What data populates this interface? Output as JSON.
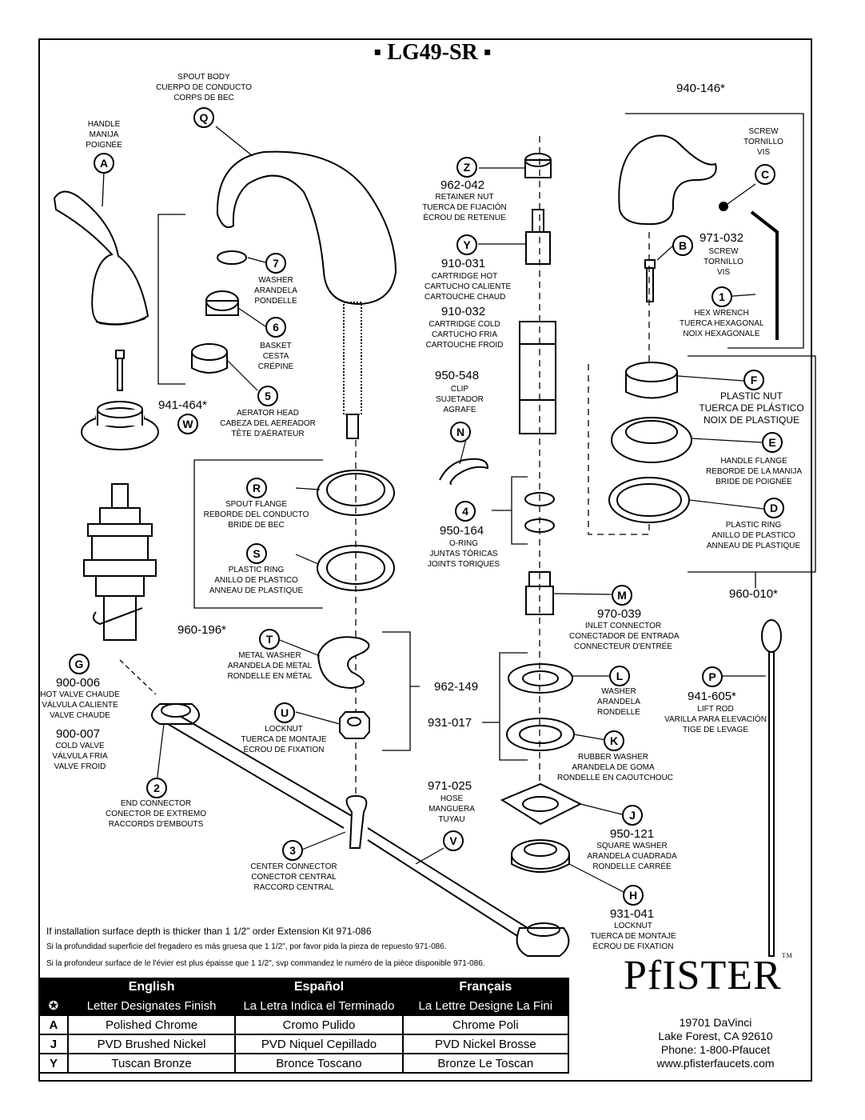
{
  "title": "▪ LG49-SR ▪",
  "labels": {
    "spout_body": [
      "SPOUT BODY",
      "CUERPO DE CONDUCTO",
      "CORPS DE BEC"
    ],
    "handle": [
      "HANDLE",
      "MANIJA",
      "POIGNÉE"
    ],
    "washer7": [
      "WASHER",
      "ARANDELA",
      "PONDELLE"
    ],
    "basket6": [
      "BASKET",
      "CESTA",
      "CRÉPINE"
    ],
    "aerator5": [
      "AERATOR HEAD",
      "CABEZA DEL AEREADOR",
      "TÊTE D'AÉRATEUR"
    ],
    "spout_flange": [
      "SPOUT FLANGE",
      "REBORDE DEL CONDUCTO",
      "BRIDE DE BEC"
    ],
    "plastic_ring_s": [
      "PLASTIC RING",
      "ANILLO DE PLASTICO",
      "ANNEAU DE PLASTIQUE"
    ],
    "metal_washer": [
      "METAL WASHER",
      "ARANDELA DE METAL",
      "RONDELLE EN MÉTAL"
    ],
    "locknut_u": [
      "LOCKNUT",
      "TUERCA DE MONTAJE",
      "ÉCROU DE FIXATION"
    ],
    "hot_valve": [
      "HOT VALVE CHAUDE",
      "VÁLVULA CALIENTE",
      "VALVE CHAUDE"
    ],
    "cold_valve": [
      "COLD VALVE",
      "VÁLVULA FRIA",
      "VALVE FROID"
    ],
    "end_connector": [
      "END CONNECTOR",
      "CONECTOR DE EXTREMO",
      "RACCORDS D'EMBOUTS"
    ],
    "center_connector": [
      "CENTER CONNECTOR",
      "CONECTOR CENTRAL",
      "RACCORD CENTRAL"
    ],
    "hose": [
      "HOSE",
      "MANGUERA",
      "TUYAU"
    ],
    "retainer_nut": [
      "RETAINER NUT",
      "TUERCA DE FIJACIÓN",
      "ÉCROU DE RETENUE"
    ],
    "cartridge_hot": [
      "CARTRIDGE HOT",
      "CARTUCHO CALIENTE",
      "CARTOUCHE CHAUD"
    ],
    "cartridge_cold": [
      "CARTRIDGE COLD",
      "CARTUCHO FRIA",
      "CARTOUCHE FROID"
    ],
    "clip": [
      "CLIP",
      "SUJETADOR",
      "AGRAFE"
    ],
    "oring": [
      "O-RING",
      "JUNTAS TÓRICAS",
      "JOINTS TORIQUES"
    ],
    "inlet_connector": [
      "INLET CONNECTOR",
      "CONECTADOR DE ENTRADA",
      "CONNECTEUR D'ENTRÉE"
    ],
    "washer_l": [
      "WASHER",
      "ARANDELA",
      "RONDELLE"
    ],
    "rubber_washer": [
      "RUBBER WASHER",
      "ARANDELA DE GOMA",
      "RONDELLE EN CAOUTCHOUC"
    ],
    "square_washer": [
      "SQUARE WASHER",
      "ARANDELA CUADRADA",
      "RONDELLE CARRÉE"
    ],
    "locknut_h": [
      "LOCKNUT",
      "TUERCA DE MONTAJE",
      "ÉCROU DE FIXATION"
    ],
    "screw_c": [
      "SCREW",
      "TORNILLO",
      "VIS"
    ],
    "screw_b": [
      "SCREW",
      "TORNILLO",
      "VIS"
    ],
    "hex_wrench": [
      "HEX WRENCH",
      "TUERCA HEXAGONAL",
      "NOIX HEXAGONALE"
    ],
    "plastic_nut": [
      "PLASTIC NUT",
      "TUERCA DE PLÁSTICO",
      "NOIX DE PLASTIQUE"
    ],
    "handle_flange": [
      "HANDLE FLANGE",
      "REBORDE DE LA MANIJA",
      "BRIDE DE POIGNÉE"
    ],
    "plastic_ring_d": [
      "PLASTIC RING",
      "ANILLO DE PLASTICO",
      "ANNEAU DE PLASTIQUE"
    ],
    "lift_rod": [
      "LIFT ROD",
      "VARILLA PARA ELEVACIÓN",
      "TIGE DE LEVAGE"
    ]
  },
  "part_numbers": {
    "p941_464": "941-464*",
    "p960_196": "960-196*",
    "p962_149": "962-149",
    "p931_017": "931-017",
    "p900_006": "900-006",
    "p900_007": "900-007",
    "p971_025": "971-025",
    "p962_042": "962-042",
    "p910_031": "910-031",
    "p910_032": "910-032",
    "p950_548": "950-548",
    "p950_164": "950-164",
    "p970_039": "970-039",
    "p950_121": "950-121",
    "p931_041": "931-041",
    "p940_146": "940-146*",
    "p971_032": "971-032",
    "p960_010": "960-010*",
    "p941_605": "941-605*"
  },
  "callouts": {
    "Q": "Q",
    "A": "A",
    "n7": "7",
    "n6": "6",
    "n5": "5",
    "W": "W",
    "R": "R",
    "S": "S",
    "T": "T",
    "U": "U",
    "G": "G",
    "n2": "2",
    "n3": "3",
    "V": "V",
    "Z": "Z",
    "Y": "Y",
    "N": "N",
    "n4": "4",
    "M": "M",
    "L": "L",
    "K": "K",
    "J": "J",
    "H": "H",
    "C": "C",
    "B": "B",
    "n1": "1",
    "F": "F",
    "E": "E",
    "D": "D",
    "P": "P"
  },
  "notes": {
    "en": "If installation surface depth is thicker than 1 1/2\" order Extension Kit 971-086",
    "es": "Si la profundidad superficie del fregadero es más gruesa que 1 1/2\", por favor pida la pieza de repuesto 971-086.",
    "fr": "Si la profondeur surface de le l'évier est plus épaisse que 1 1/2\", svp commandez le numéro de la pièce disponible 971-086."
  },
  "finish_table": {
    "headers": [
      "English",
      "Español",
      "Français"
    ],
    "subheaders": [
      "Letter Designates Finish",
      "La Letra Indica el Terminado",
      "La Lettre Designe La Fini"
    ],
    "marker": "✪",
    "rows": [
      {
        "code": "A",
        "en": "Polished Chrome",
        "es": "Cromo Pulido",
        "fr": "Chrome Poli"
      },
      {
        "code": "J",
        "en": "PVD Brushed Nickel",
        "es": "PVD Niquel Cepillado",
        "fr": "PVD Nickel Brosse"
      },
      {
        "code": "Y",
        "en": "Tuscan Bronze",
        "es": "Bronce Toscano",
        "fr": "Bronze Le Toscan"
      }
    ]
  },
  "brand": {
    "logo": "PfISTER",
    "tm": "TM",
    "address": [
      "19701 DaVinci",
      "Lake Forest, CA 92610",
      "Phone: 1-800-Pfaucet",
      "www.pfisterfaucets.com"
    ]
  }
}
